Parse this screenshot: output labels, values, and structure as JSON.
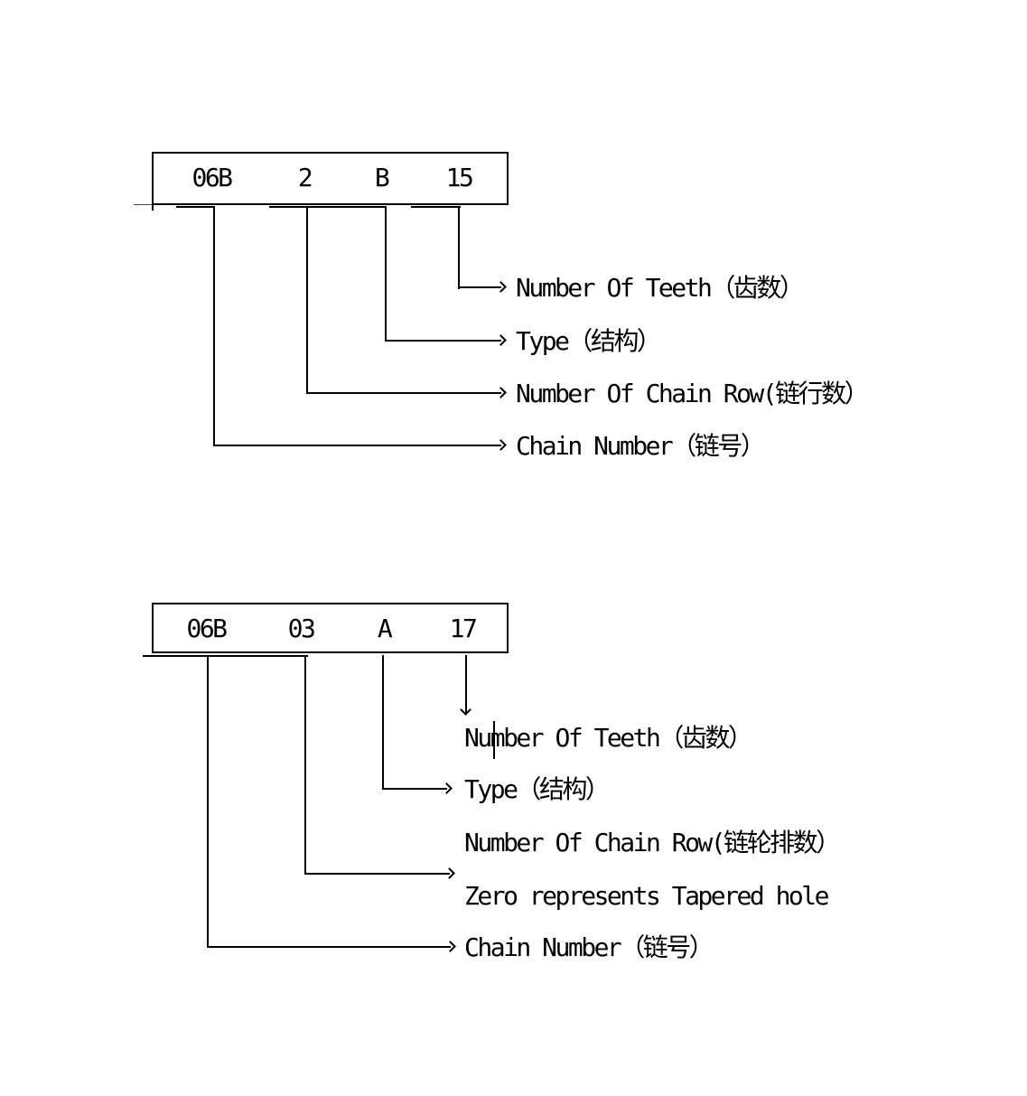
{
  "diagram1": {
    "code_parts": [
      "06B",
      "2",
      "B",
      "15"
    ],
    "labels": {
      "teeth": "Number Of Teeth（齿数）",
      "type": "Type（结构）",
      "chain_row": "Number Of Chain Row(链行数）",
      "chain_number": "Chain Number（链号）"
    }
  },
  "diagram2": {
    "code_parts": [
      "06B",
      "03",
      "A",
      "17"
    ],
    "labels": {
      "teeth": "Number Of Teeth（齿数）",
      "type": "Type（结构）",
      "chain_row": "Number Of Chain Row(链轮排数）",
      "zero_note": "Zero represents Tapered hole",
      "chain_number": "Chain Number（链号）"
    }
  },
  "colors": {
    "line": "#000000",
    "background": "#ffffff",
    "text": "#000000"
  }
}
